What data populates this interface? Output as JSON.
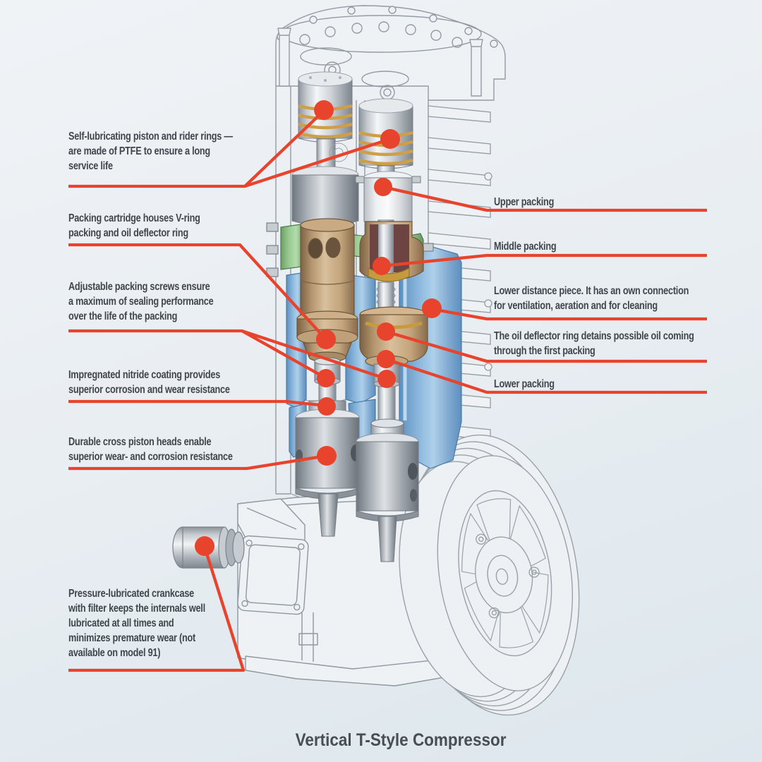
{
  "title": "Vertical T-Style Compressor",
  "colors": {
    "accent_red": "#e8432c",
    "label_text": "#3f464c",
    "background": "#e6edf1",
    "distance_piece_blue": "#8ab6dc",
    "flange_green": "#97c791",
    "cartridge_tan": "#c3a47c",
    "rider_ring_gold": "#cf9f47"
  },
  "callouts_left": [
    {
      "id": "self-lubricating-rings",
      "text": "Self-lubricating piston and rider rings —\nare made of PTFE to ensure a long\nservice life"
    },
    {
      "id": "packing-cartridge",
      "text": "Packing cartridge houses V-ring\npacking and oil deflector ring"
    },
    {
      "id": "adjustable-packing-screws",
      "text": "Adjustable packing screws ensure\na maximum of sealing performance\nover the life of the packing"
    },
    {
      "id": "nitride-coating",
      "text": "Impregnated nitride coating provides\nsuperior corrosion and wear resistance"
    },
    {
      "id": "cross-piston-heads",
      "text": "Durable cross piston heads enable\nsuperior wear- and corrosion resistance"
    },
    {
      "id": "crankcase",
      "text": "Pressure-lubricated crankcase\nwith filter keeps the internals well\nlubricated at all times and\nminimizes premature wear (not\navailable on model 91)"
    }
  ],
  "callouts_right": [
    {
      "id": "upper-packing",
      "text": "Upper packing"
    },
    {
      "id": "middle-packing",
      "text": "Middle packing"
    },
    {
      "id": "lower-distance-piece",
      "text": "Lower distance piece. It has an own connection\nfor ventilation, aeration and for cleaning"
    },
    {
      "id": "oil-deflector-ring",
      "text": "The oil deflector ring detains possible oil coming\nthrough the first packing"
    },
    {
      "id": "lower-packing",
      "text": "Lower packing"
    }
  ]
}
